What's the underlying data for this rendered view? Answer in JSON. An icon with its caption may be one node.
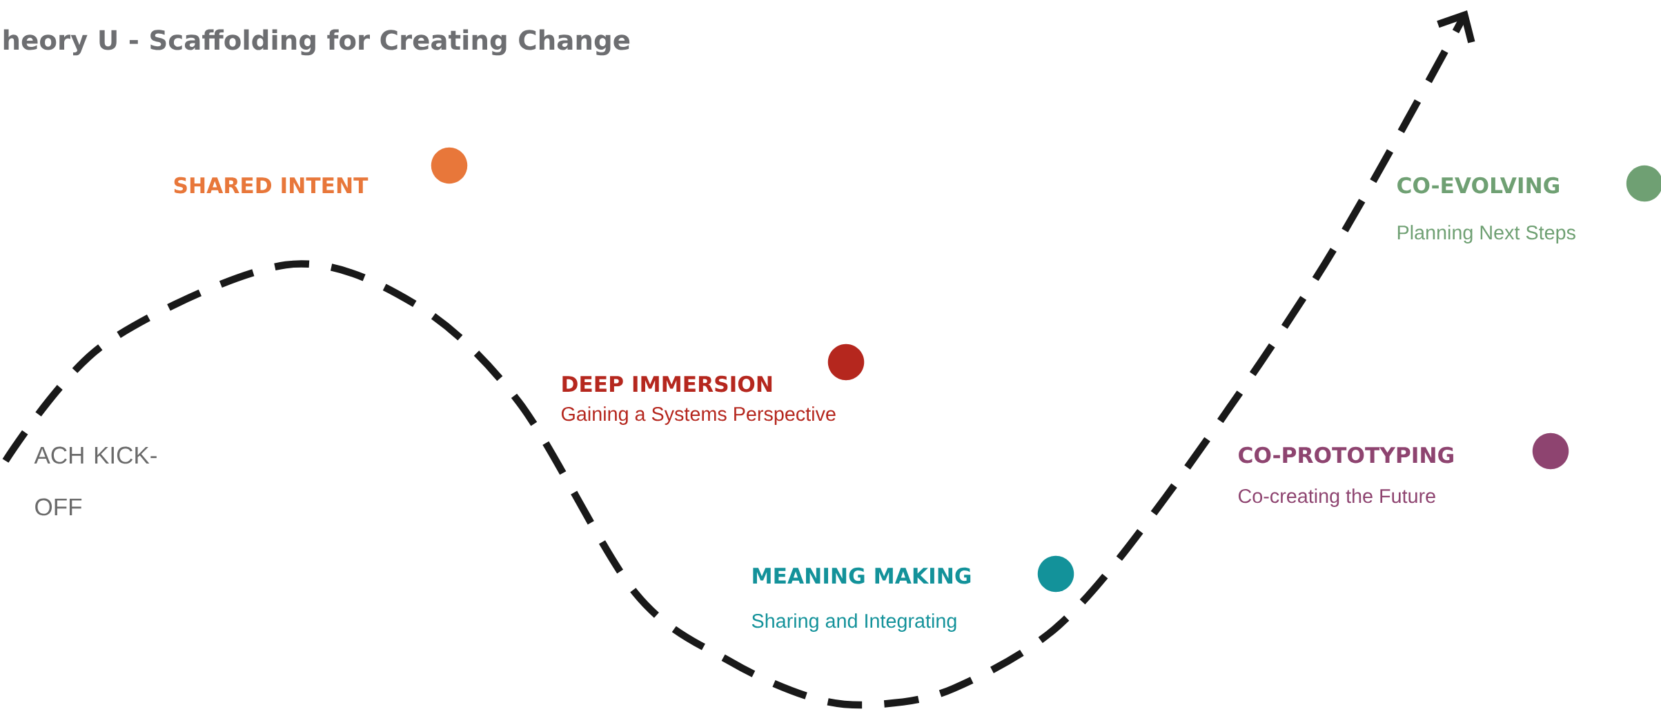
{
  "diagram": {
    "title": "heory U - Scaffolding for Creating Change",
    "labels": [
      "SHARED INTENT",
      "CO-EVOLVING",
      "Planning Next Steps",
      "DEEP IMMERSION",
      "Gaining a Systems Perspective",
      "CO-PROTOTYPING",
      "Co-creating the Future",
      "ACH KICK-OFF",
      "MEANING MAKING",
      "Sharing and Integrating"
    ]
  }
}
